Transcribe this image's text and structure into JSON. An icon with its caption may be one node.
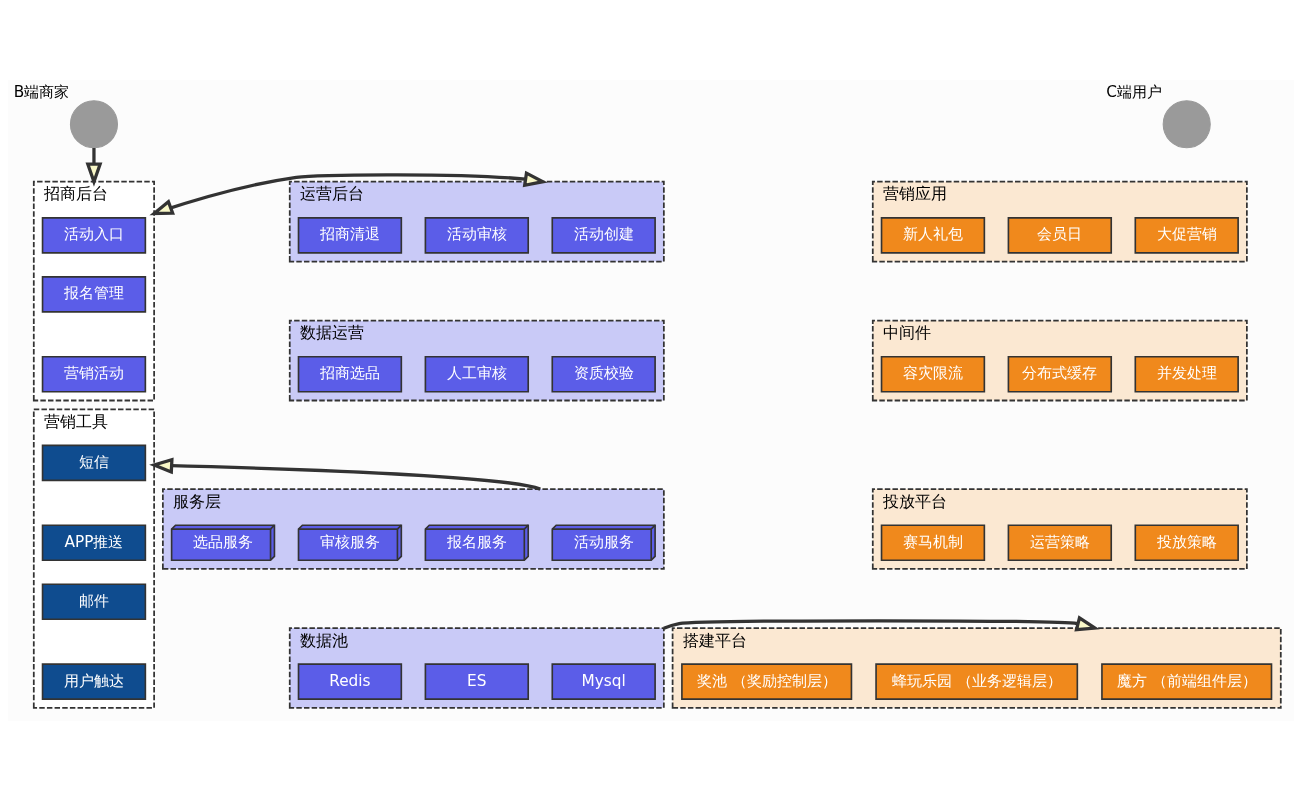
{
  "diagram": {
    "nodes": [
      {
        "text": [],
        "shape": "person",
        "beside": [
          "B端商家"
        ]
      },
      {
        "text": [
          "招商后台"
        ]
      },
      {
        "text": [
          "活动入口"
        ],
        "in": 1
      },
      {
        "text": [
          "报名管理"
        ],
        "in": 1
      },
      {
        "text": [
          "营销活动"
        ],
        "in": 1
      },
      {
        "text": [
          "营销工具"
        ]
      },
      {
        "text": [
          "短信"
        ],
        "in": 5
      },
      {
        "text": [
          "APP推送"
        ],
        "in": 5
      },
      {
        "text": [
          "邮件"
        ],
        "in": 5
      },
      {
        "text": [
          "用户触达"
        ],
        "in": 5
      },
      {
        "text": [
          "运营后台"
        ]
      },
      {
        "text": [
          "活动创建"
        ],
        "in": 10
      },
      {
        "text": [
          "活动审核"
        ],
        "in": 10
      },
      {
        "text": [
          "招商清退"
        ],
        "in": 10
      },
      {
        "text": [
          "数据运营"
        ]
      },
      {
        "text": [
          "资质校验"
        ],
        "in": 14
      },
      {
        "text": [
          "人工审核"
        ],
        "in": 14
      },
      {
        "text": [
          "招商选品"
        ],
        "in": 14
      },
      {
        "text": [
          "服务层"
        ]
      },
      {
        "text": [
          "活动服务"
        ],
        "in": 18
      },
      {
        "text": [
          "报名服务"
        ],
        "in": 18
      },
      {
        "text": [
          "审核服务"
        ],
        "in": 18
      },
      {
        "text": [
          "选品服务"
        ],
        "in": 18
      },
      {
        "text": [
          "数据池"
        ]
      },
      {
        "text": [
          "Mysql"
        ],
        "in": 23
      },
      {
        "text": [
          "ES"
        ],
        "in": 23
      },
      {
        "text": [
          "Redis"
        ],
        "in": 23
      },
      {
        "text": [],
        "shape": "person",
        "beside": [
          "C端用户"
        ]
      },
      {
        "text": [
          "营销应用"
        ]
      },
      {
        "text": [
          "大促营销"
        ],
        "in": 28
      },
      {
        "text": [
          "会员日"
        ],
        "in": 28
      },
      {
        "text": [
          "新人礼包"
        ],
        "in": 28
      },
      {
        "text": [
          "中间件"
        ]
      },
      {
        "text": [
          "并发处理"
        ],
        "in": 32
      },
      {
        "text": [
          "分布式缓存"
        ],
        "in": 32
      },
      {
        "text": [
          "容灾限流"
        ],
        "in": 32
      },
      {
        "text": [
          "投放平台"
        ]
      },
      {
        "text": [
          "投放策略"
        ],
        "in": 36
      },
      {
        "text": [
          "运营策略"
        ],
        "in": 36
      },
      {
        "text": [
          "赛马机制"
        ],
        "in": 36
      },
      {
        "text": [
          "搭建平台"
        ]
      },
      {
        "text": [
          "魔方 （前端组件层）"
        ],
        "in": 40
      },
      {
        "text": [
          "蜂玩乐园 （业务逻辑层）"
        ],
        "in": 40
      },
      {
        "text": [
          "奖池 （奖励控制层）"
        ],
        "in": 40
      }
    ],
    "edges": [
      {
        "from": 0,
        "to": 1,
        "arrow": "to"
      },
      {
        "from": 1,
        "to": 10,
        "arrow": "both"
      },
      {
        "from": 18,
        "to": 5,
        "arrow": "to"
      },
      {
        "from": 23,
        "to": 40,
        "arrow": "to"
      }
    ]
  }
}
